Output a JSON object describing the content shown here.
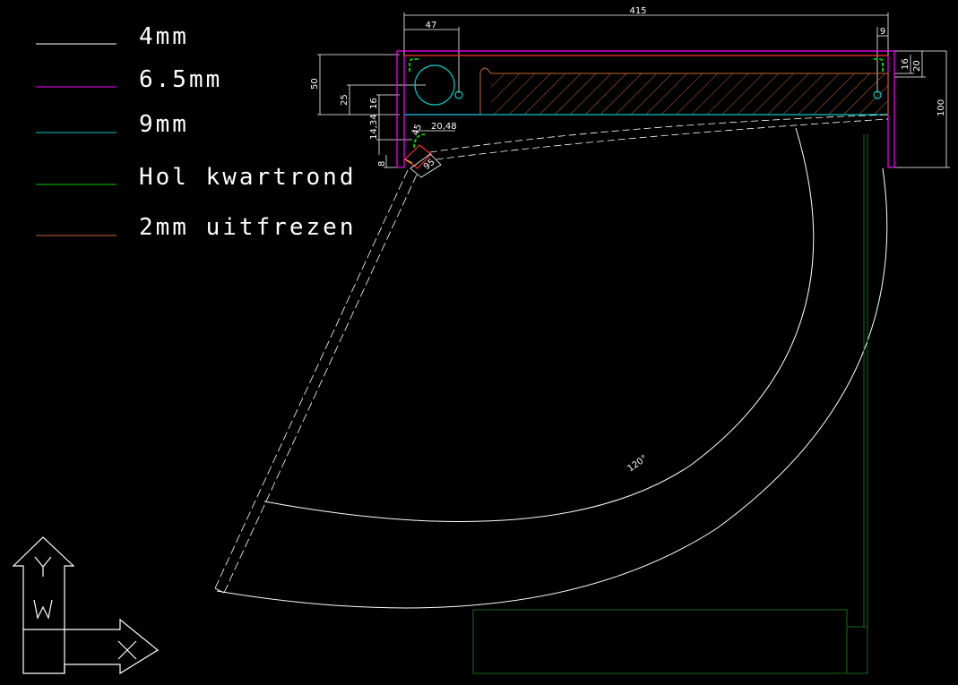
{
  "legend": [
    {
      "label": "4mm",
      "color": "#ffffff"
    },
    {
      "label": "6.5mm",
      "color": "#ff00ff"
    },
    {
      "label": "9mm",
      "color": "#00c8c8"
    },
    {
      "label": "Hol kwartrond",
      "color": "#00c800"
    },
    {
      "label": "2mm uitfrezen",
      "color": "#c86432"
    }
  ],
  "dimensions": {
    "total_width": "415",
    "offset_47": "47",
    "offset_9": "9",
    "height_50": "50",
    "height_25": "25",
    "height_16_left": "16",
    "height_14_34": "14,34",
    "height_8": "8",
    "width_20_48": "20,48",
    "small_45": "45",
    "small_95": "95",
    "height_16_right": "16",
    "height_20_right": "20",
    "height_100": "100",
    "angle": "120°"
  },
  "ucs": {
    "y": "Y",
    "w": "W",
    "x": "X"
  },
  "colors": {
    "white": "#ffffff",
    "magenta": "#ff00ff",
    "cyan": "#00c8c8",
    "green": "#00c800",
    "dark_green": "#1a6a1a",
    "brown": "#c86432",
    "red": "#ff3030"
  }
}
